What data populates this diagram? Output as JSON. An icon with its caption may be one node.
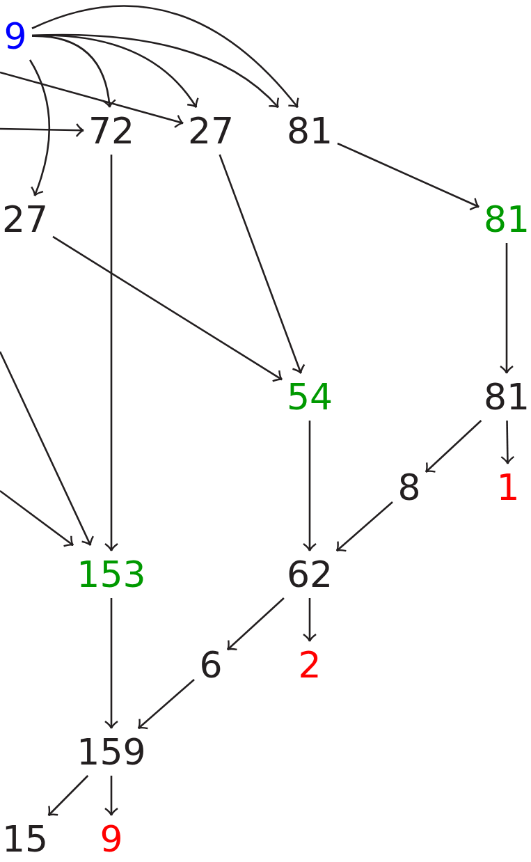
{
  "diagram": {
    "nodes": [
      {
        "text": [
          "9"
        ]
      },
      {
        "text": [
          "72"
        ]
      },
      {
        "text": [
          "27"
        ]
      },
      {
        "text": [
          "81"
        ]
      },
      {
        "text": [
          "27"
        ]
      },
      {
        "text": [
          "81"
        ]
      },
      {
        "text": [
          "54"
        ]
      },
      {
        "text": [
          "81"
        ]
      },
      {
        "text": [
          "8"
        ]
      },
      {
        "text": [
          "1"
        ]
      },
      {
        "text": [
          "153"
        ]
      },
      {
        "text": [
          "62"
        ]
      },
      {
        "text": [
          "6"
        ]
      },
      {
        "text": [
          "2"
        ]
      },
      {
        "text": [
          "159"
        ]
      },
      {
        "text": [
          "15"
        ]
      },
      {
        "text": [
          "9"
        ]
      }
    ],
    "edges": [
      {
        "from": 0,
        "to": 1,
        "arrow": "to"
      },
      {
        "from": 0,
        "to": 2,
        "arrow": "to"
      },
      {
        "from": 0,
        "to": 3,
        "arrow": "to"
      },
      {
        "from": 0,
        "to": 3,
        "arrow": "to"
      },
      {
        "from": 0,
        "to": 4,
        "arrow": "to"
      },
      {
        "from": null,
        "to": 2,
        "arrow": "to"
      },
      {
        "from": null,
        "to": 1,
        "arrow": "to"
      },
      {
        "from": 4,
        "to": 6,
        "arrow": "to"
      },
      {
        "from": 1,
        "to": 10,
        "arrow": "to"
      },
      {
        "from": 2,
        "to": 6,
        "arrow": "to"
      },
      {
        "from": 3,
        "to": 5,
        "arrow": "to"
      },
      {
        "from": 5,
        "to": 7,
        "arrow": "to"
      },
      {
        "from": 7,
        "to": 8,
        "arrow": "to"
      },
      {
        "from": 7,
        "to": 9,
        "arrow": "to"
      },
      {
        "from": 8,
        "to": 11,
        "arrow": "to"
      },
      {
        "from": 6,
        "to": 11,
        "arrow": "to"
      },
      {
        "from": null,
        "to": 10,
        "arrow": "to"
      },
      {
        "from": null,
        "to": 10,
        "arrow": "to"
      },
      {
        "from": 11,
        "to": 12,
        "arrow": "to"
      },
      {
        "from": 11,
        "to": 13,
        "arrow": "to"
      },
      {
        "from": 10,
        "to": 14,
        "arrow": "to"
      },
      {
        "from": 12,
        "to": 14,
        "arrow": "to"
      },
      {
        "from": 14,
        "to": 15,
        "arrow": "to"
      },
      {
        "from": 14,
        "to": 16,
        "arrow": "to"
      }
    ]
  }
}
